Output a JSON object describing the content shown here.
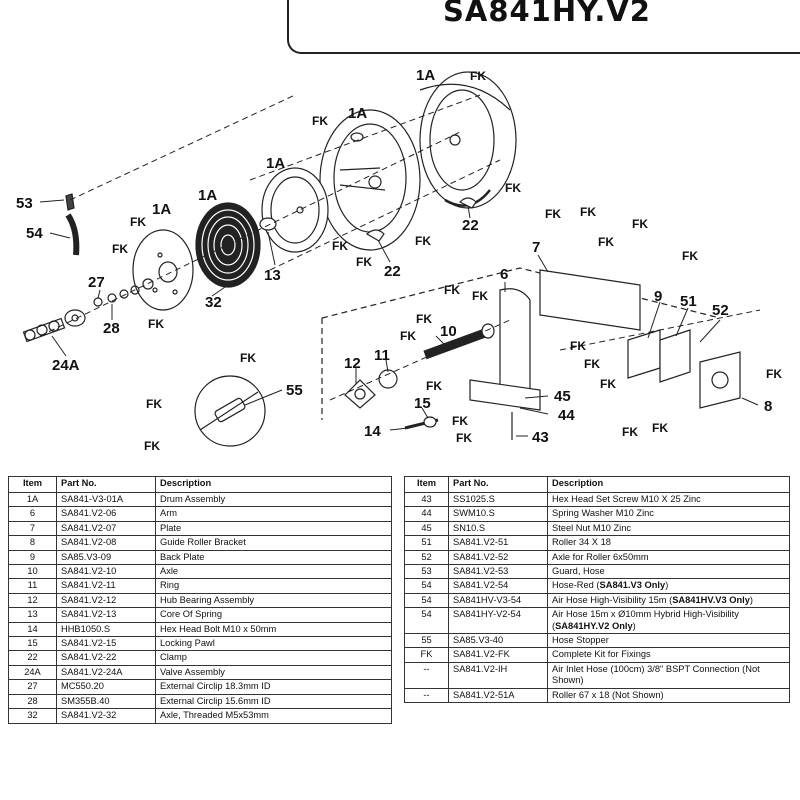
{
  "title": "SA841HY.V2",
  "diagram_labels": {
    "l1A_a": "1A",
    "l1A_b": "1A",
    "l1A_c": "1A",
    "l1A_d": "1A",
    "l1A_e": "1A",
    "l53": "53",
    "l54": "54",
    "l27": "27",
    "l28": "28",
    "l24A": "24A",
    "l32": "32",
    "l13": "13",
    "l22a": "22",
    "l22b": "22",
    "l55": "55",
    "l7": "7",
    "l6": "6",
    "l9": "9",
    "l51": "51",
    "l52": "52",
    "l10": "10",
    "l11": "11",
    "l12": "12",
    "l15": "15",
    "l14": "14",
    "l45": "45",
    "l44": "44",
    "l43": "43",
    "l8": "8",
    "fk": "FK"
  },
  "table_headers": {
    "item": "Item",
    "part": "Part No.",
    "desc": "Description"
  },
  "parts_left": [
    {
      "item": "1A",
      "part": "SA841-V3-01A",
      "desc": "Drum Assembly"
    },
    {
      "item": "6",
      "part": "SA841.V2-06",
      "desc": "Arm"
    },
    {
      "item": "7",
      "part": "SA841.V2-07",
      "desc": "Plate"
    },
    {
      "item": "8",
      "part": "SA841.V2-08",
      "desc": "Guide Roller Bracket"
    },
    {
      "item": "9",
      "part": "SA85.V3-09",
      "desc": "Back Plate"
    },
    {
      "item": "10",
      "part": "SA841.V2-10",
      "desc": "Axle"
    },
    {
      "item": "11",
      "part": "SA841.V2-11",
      "desc": "Ring"
    },
    {
      "item": "12",
      "part": "SA841.V2-12",
      "desc": "Hub Bearing Assembly"
    },
    {
      "item": "13",
      "part": "SA841.V2-13",
      "desc": "Core Of Spring"
    },
    {
      "item": "14",
      "part": "HHB1050.S",
      "desc": "Hex Head Bolt M10 x 50mm"
    },
    {
      "item": "15",
      "part": "SA841.V2-15",
      "desc": "Locking Pawl"
    },
    {
      "item": "22",
      "part": "SA841.V2-22",
      "desc": "Clamp"
    },
    {
      "item": "24A",
      "part": "SA841.V2-24A",
      "desc": "Valve Assembly"
    },
    {
      "item": "27",
      "part": "MC550.20",
      "desc": "External Circlip 18.3mm ID"
    },
    {
      "item": "28",
      "part": "SM355B.40",
      "desc": "External Circlip 15.6mm ID"
    },
    {
      "item": "32",
      "part": "SA841.V2-32",
      "desc": "Axle, Threaded M5x53mm"
    }
  ],
  "parts_right": [
    {
      "item": "43",
      "part": "SS1025.S",
      "desc": "Hex Head Set Screw M10 X 25 Zinc"
    },
    {
      "item": "44",
      "part": "SWM10.S",
      "desc": "Spring Washer M10 Zinc"
    },
    {
      "item": "45",
      "part": "SN10.S",
      "desc": "Steel Nut M10 Zinc"
    },
    {
      "item": "51",
      "part": "SA841.V2-51",
      "desc": "Roller 34 X 18"
    },
    {
      "item": "52",
      "part": "SA841.V2-52",
      "desc": "Axle for Roller 6x50mm"
    },
    {
      "item": "53",
      "part": "SA841.V2-53",
      "desc": "Guard, Hose"
    },
    {
      "item": "54",
      "part": "SA841.V2-54",
      "desc_pre": "Hose-Red (",
      "desc_bold": "SA841.V3 Only",
      "desc_post": ")"
    },
    {
      "item": "54",
      "part": "SA841HV-V3-54",
      "desc_pre": "Air Hose High-Visibility 15m (",
      "desc_bold": "SA841HV.V3 Only",
      "desc_post": ")"
    },
    {
      "item": "54",
      "part": "SA841HY-V2-54",
      "desc_pre": "Air Hose 15m x Ø10mm Hybrid High-Visibility (",
      "desc_bold": "SA841HY.V2 Only",
      "desc_post": ")"
    },
    {
      "item": "55",
      "part": "SA85.V3-40",
      "desc": "Hose Stopper"
    },
    {
      "item": "FK",
      "part": "SA841.V2-FK",
      "desc": "Complete Kit for Fixings"
    },
    {
      "item": "--",
      "part": "SA841.V2-IH",
      "desc": "Air Inlet Hose (100cm) 3/8\" BSPT Connection (Not Shown)"
    },
    {
      "item": "--",
      "part": "SA841.V2-51A",
      "desc": "Roller 67 x 18  (Not Shown)"
    }
  ]
}
